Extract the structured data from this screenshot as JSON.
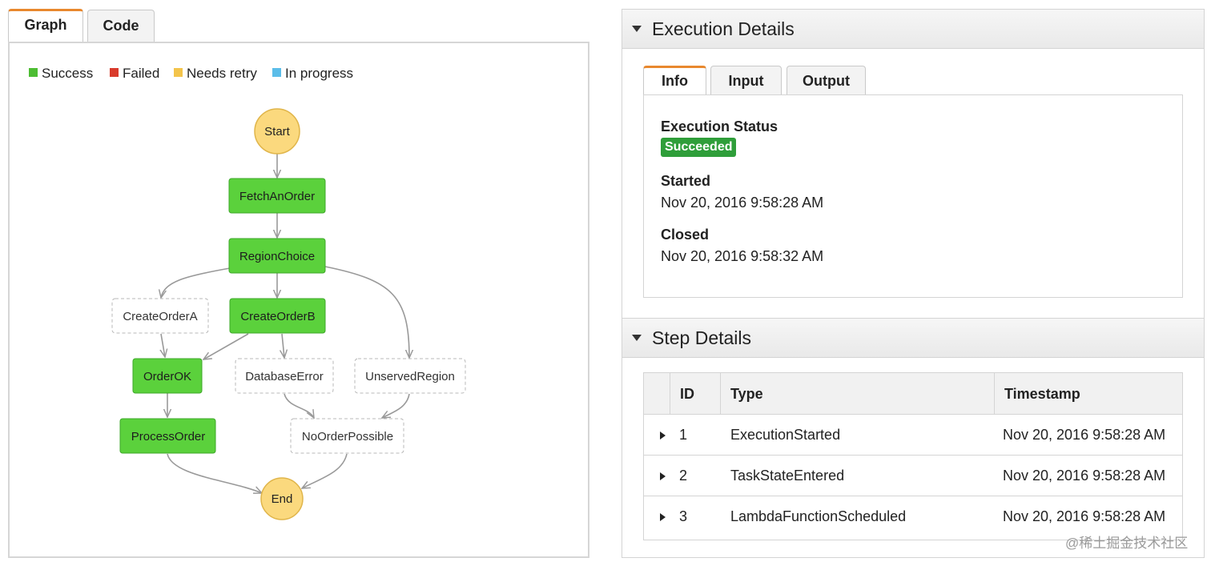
{
  "left_tabs": [
    {
      "label": "Graph",
      "active": true
    },
    {
      "label": "Code",
      "active": false
    }
  ],
  "legend": [
    {
      "label": "Success",
      "color": "#4dbd33"
    },
    {
      "label": "Failed",
      "color": "#d93b2c"
    },
    {
      "label": "Needs retry",
      "color": "#f3c44b"
    },
    {
      "label": "In progress",
      "color": "#5bbde9"
    }
  ],
  "colors": {
    "success_fill": "#5bd13c",
    "success_stroke": "#3ea82a",
    "terminal_fill": "#fbd97e",
    "terminal_stroke": "#e0b54a",
    "not_run_stroke": "#b8b8b8",
    "edge": "#999999",
    "accent_tab": "#e8882e",
    "succeeded_badge": "#2f9e3a"
  },
  "graph": {
    "start": "Start",
    "end": "End",
    "nodes": {
      "fetch": {
        "label": "FetchAnOrder",
        "status": "success"
      },
      "region": {
        "label": "RegionChoice",
        "status": "success"
      },
      "createA": {
        "label": "CreateOrderA",
        "status": "not-run"
      },
      "createB": {
        "label": "CreateOrderB",
        "status": "success"
      },
      "orderOk": {
        "label": "OrderOK",
        "status": "success"
      },
      "dbError": {
        "label": "DatabaseError",
        "status": "not-run"
      },
      "unserved": {
        "label": "UnservedRegion",
        "status": "not-run"
      },
      "process": {
        "label": "ProcessOrder",
        "status": "success"
      },
      "noOrder": {
        "label": "NoOrderPossible",
        "status": "not-run"
      }
    }
  },
  "execution_details": {
    "title": "Execution Details",
    "tabs": [
      {
        "label": "Info",
        "active": true
      },
      {
        "label": "Input",
        "active": false
      },
      {
        "label": "Output",
        "active": false
      }
    ],
    "status_label": "Execution Status",
    "status_value": "Succeeded",
    "started_label": "Started",
    "started_value": "Nov 20, 2016 9:58:28 AM",
    "closed_label": "Closed",
    "closed_value": "Nov 20, 2016 9:58:32 AM"
  },
  "step_details": {
    "title": "Step Details",
    "columns": [
      "ID",
      "Type",
      "Timestamp"
    ],
    "rows": [
      {
        "id": "1",
        "type": "ExecutionStarted",
        "timestamp": "Nov 20, 2016 9:58:28 AM"
      },
      {
        "id": "2",
        "type": "TaskStateEntered",
        "timestamp": "Nov 20, 2016 9:58:28 AM"
      },
      {
        "id": "3",
        "type": "LambdaFunctionScheduled",
        "timestamp": "Nov 20, 2016 9:58:28 AM"
      }
    ]
  },
  "watermark": "@稀土掘金技术社区"
}
